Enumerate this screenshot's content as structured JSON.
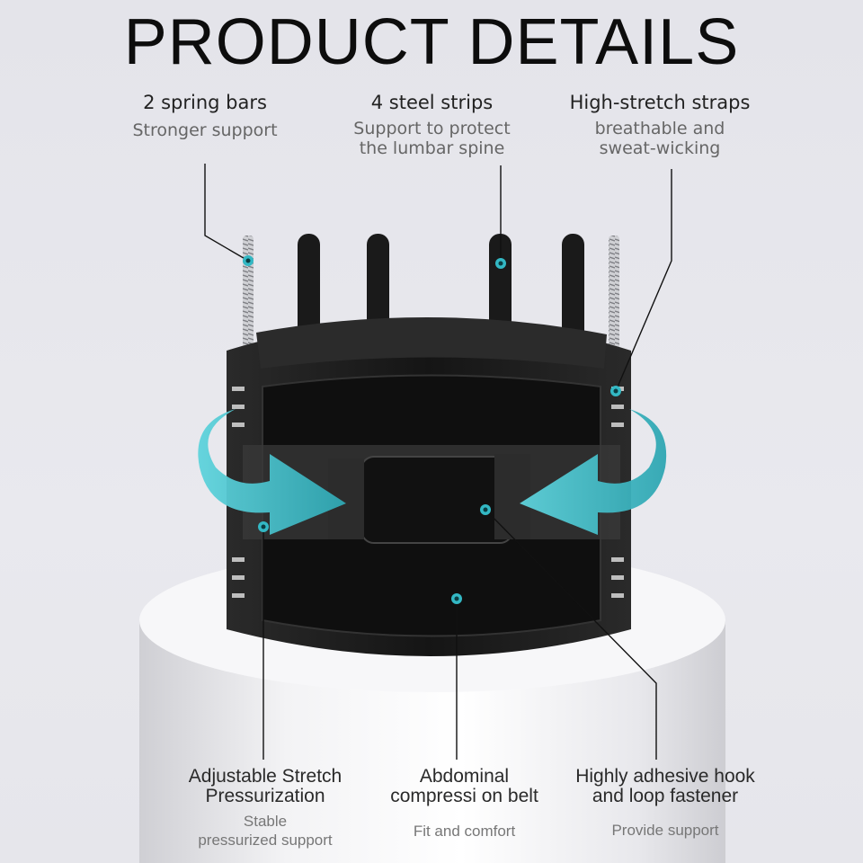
{
  "title": "PRODUCT DETAILS",
  "features_top": [
    {
      "heading": "2 spring bars",
      "sub": "Stronger support"
    },
    {
      "heading": "4 steel strips",
      "sub_line1": "Support to protect",
      "sub_line2": "the lumbar spine"
    },
    {
      "heading": "High-stretch straps",
      "sub_line1": "breathable and",
      "sub_line2": "sweat-wicking"
    }
  ],
  "features_bottom": [
    {
      "heading_line1": "Adjustable Stretch",
      "heading_line2": "Pressurization",
      "sub_line1": "Stable",
      "sub_line2": "pressurized support"
    },
    {
      "heading_line1": "Abdominal",
      "heading_line2": "compressi on belt",
      "sub_line1": "Fit and comfort"
    },
    {
      "heading_line1": "Highly adhesive hook",
      "heading_line2": "and loop fastener",
      "sub_line1": "Provide support"
    }
  ],
  "colors": {
    "accent": "#33b8c4",
    "belt": "#1c1c1c",
    "pedestal": "#f4f4f6"
  }
}
